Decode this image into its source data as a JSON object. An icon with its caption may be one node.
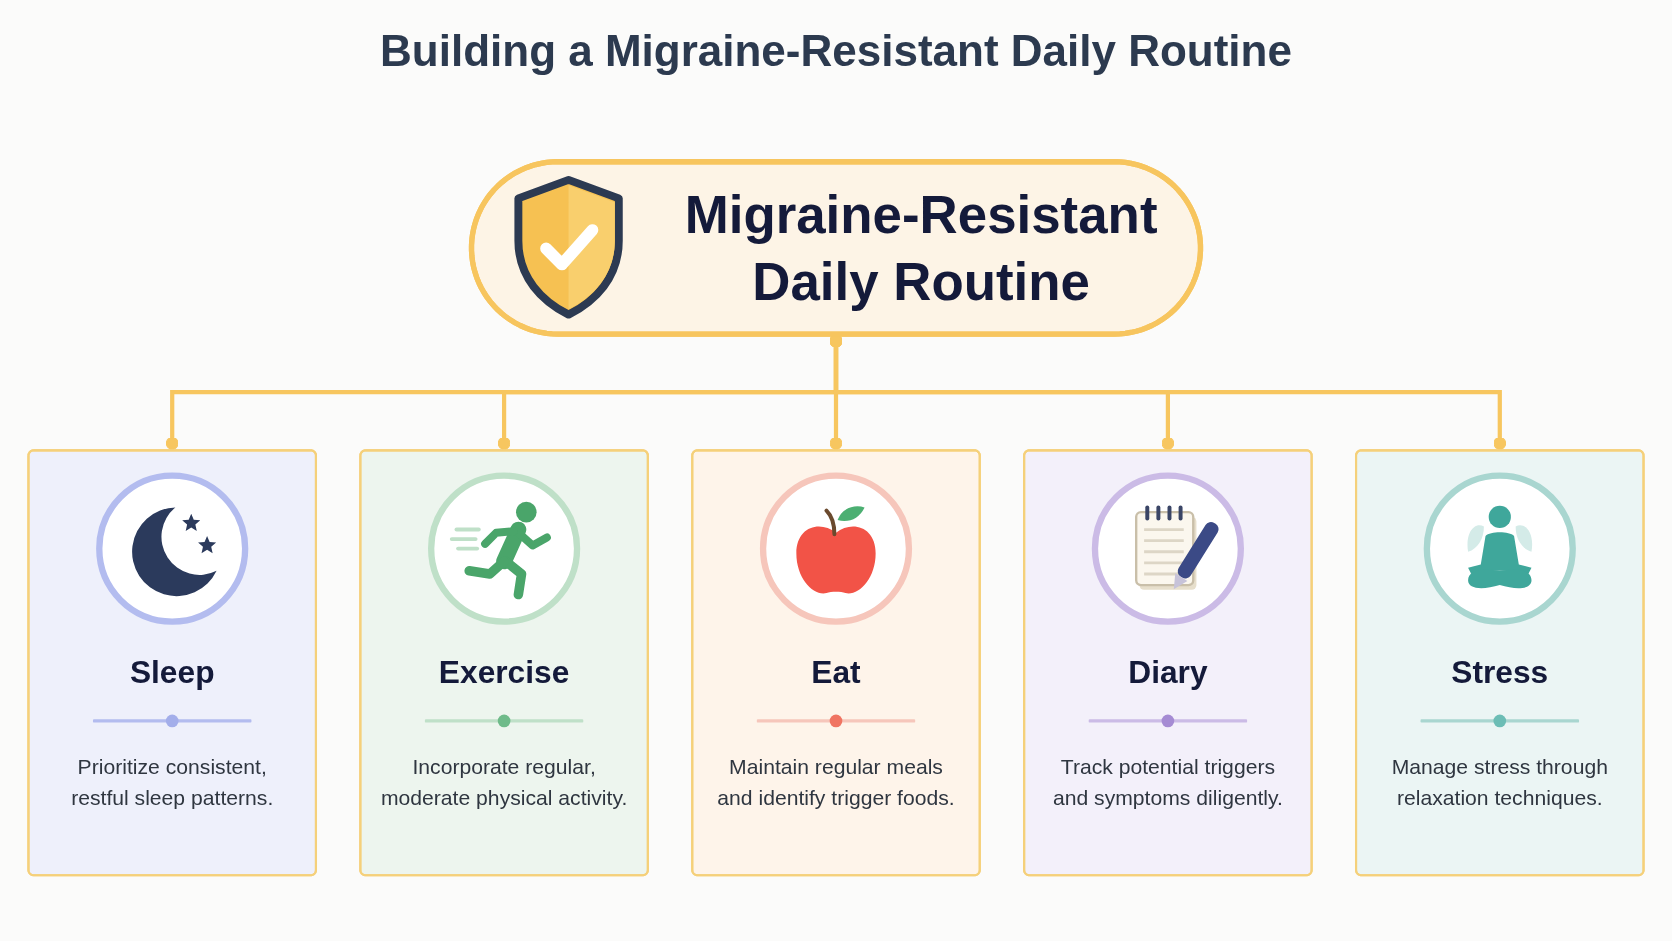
{
  "diagram": {
    "title": "Building a Migraine-Resistant Daily Routine",
    "nodes": [
      {
        "text": [
          "Migraine-Resistant Daily Routine"
        ]
      },
      {
        "text": [
          "Sleep",
          "Prioritize consistent, restful sleep patterns."
        ]
      },
      {
        "text": [
          "Exercise",
          "Incorporate regular, moderate physical activity."
        ]
      },
      {
        "text": [
          "Eat",
          "Maintain regular meals and identify trigger foods."
        ]
      },
      {
        "text": [
          "Diary",
          "Track potential triggers and symptoms diligently."
        ]
      },
      {
        "text": [
          "Stress",
          "Manage stress through relaxation techniques."
        ]
      }
    ],
    "edges": [
      {
        "from": 0,
        "to": 1,
        "arrow": "other"
      },
      {
        "from": 0,
        "to": 2,
        "arrow": "other"
      },
      {
        "from": 0,
        "to": 3,
        "arrow": "other"
      },
      {
        "from": 0,
        "to": 4,
        "arrow": "other"
      },
      {
        "from": 0,
        "to": 5,
        "arrow": "other"
      }
    ]
  }
}
